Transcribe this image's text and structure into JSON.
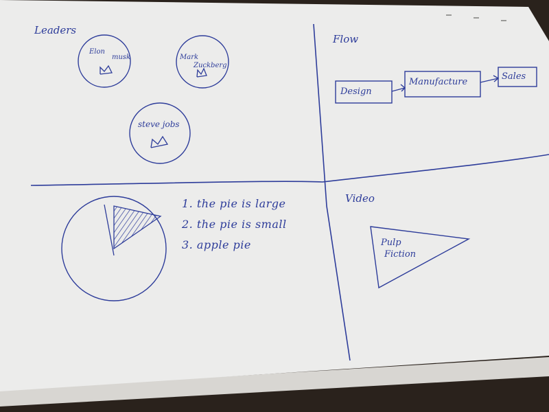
{
  "notebook": {
    "quadrants": {
      "leaders": {
        "title": "Leaders",
        "people": [
          {
            "name_line1": "Elon",
            "name_line2": "musk"
          },
          {
            "name_line1": "Mark",
            "name_line2": "Zuckberg"
          },
          {
            "name_line1": "steve jobs",
            "name_line2": ""
          }
        ]
      },
      "flow": {
        "title": "Flow",
        "steps": [
          "Design",
          "Manufacture",
          "Sales"
        ]
      },
      "pie": {
        "items": [
          "1. the pie is large",
          "2. the pie is small",
          "3. apple pie"
        ],
        "shaded_fraction": 0.12
      },
      "video": {
        "title": "Video",
        "label_line1": "Pulp",
        "label_line2": "Fiction"
      }
    }
  },
  "colors": {
    "ink": "#2d3c9a",
    "paper": "#ececeb",
    "background": "#2a221c"
  }
}
